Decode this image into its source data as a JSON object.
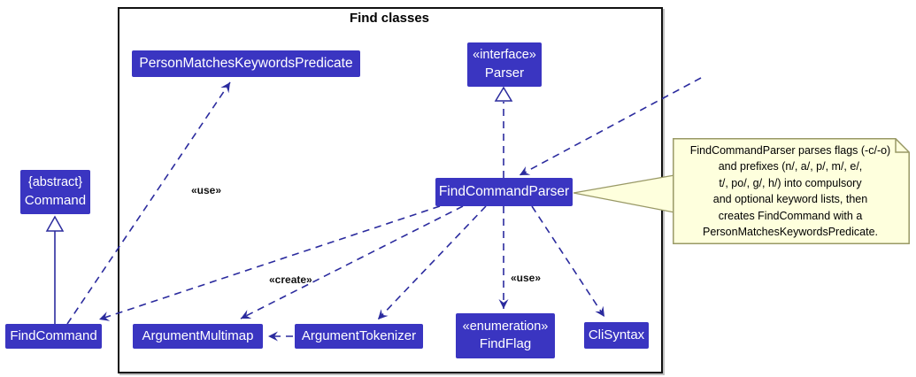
{
  "diagram": {
    "title": "Find classes",
    "colors": {
      "node_fill": "#3A35C1",
      "node_text": "#ffffff",
      "arrow": "#2B2B9E",
      "frame_border": "#111111",
      "note_bg": "#FEFFDD",
      "note_border": "#999966"
    }
  },
  "nodes": {
    "person_matches_keywords_predicate": {
      "label": "PersonMatchesKeywordsPredicate"
    },
    "parser": {
      "stereotype": "«interface»",
      "label": "Parser"
    },
    "find_command_parser": {
      "label": "FindCommandParser"
    },
    "command": {
      "stereotype": "{abstract}",
      "label": "Command"
    },
    "find_command": {
      "label": "FindCommand"
    },
    "argument_multimap": {
      "label": "ArgumentMultimap"
    },
    "argument_tokenizer": {
      "label": "ArgumentTokenizer"
    },
    "find_flag": {
      "stereotype": "«enumeration»",
      "label": "FindFlag"
    },
    "cli_syntax": {
      "label": "CliSyntax"
    }
  },
  "edge_labels": {
    "use_predicate": "«use»",
    "create_findcommand": "«create»",
    "use_findflag": "«use»"
  },
  "note": {
    "lines": [
      "FindCommandParser parses flags (-c/-o)",
      "and prefixes (n/, a/, p/, m/, e/,",
      "t/, po/, g/, h/) into compulsory",
      "and optional keyword lists, then",
      "creates FindCommand with a",
      "PersonMatchesKeywordsPredicate."
    ]
  }
}
